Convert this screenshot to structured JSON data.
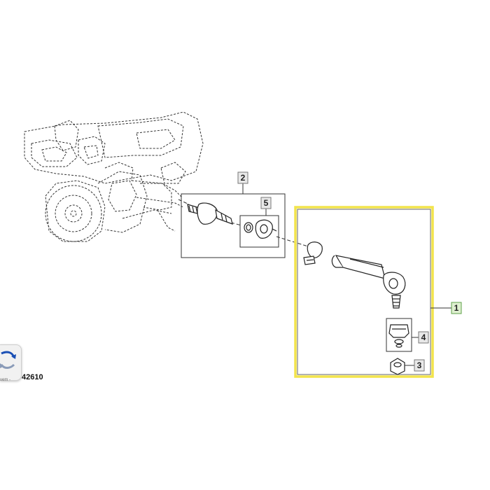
{
  "figure": {
    "id": "42610",
    "badge_text": "vem -"
  },
  "callouts": [
    {
      "key": "c1",
      "label": "1"
    },
    {
      "key": "c2",
      "label": "2"
    },
    {
      "key": "c3",
      "label": "3"
    },
    {
      "key": "c4",
      "label": "4"
    },
    {
      "key": "c5",
      "label": "5"
    }
  ],
  "colors": {
    "highlight": "#f2e44b",
    "callout_1_fill": "#dff0d0",
    "callout_1_border": "#5fa04a",
    "line": "#2a2a2a",
    "background": "#ffffff"
  },
  "icons": {
    "badge": "refresh-arrow-icon"
  }
}
